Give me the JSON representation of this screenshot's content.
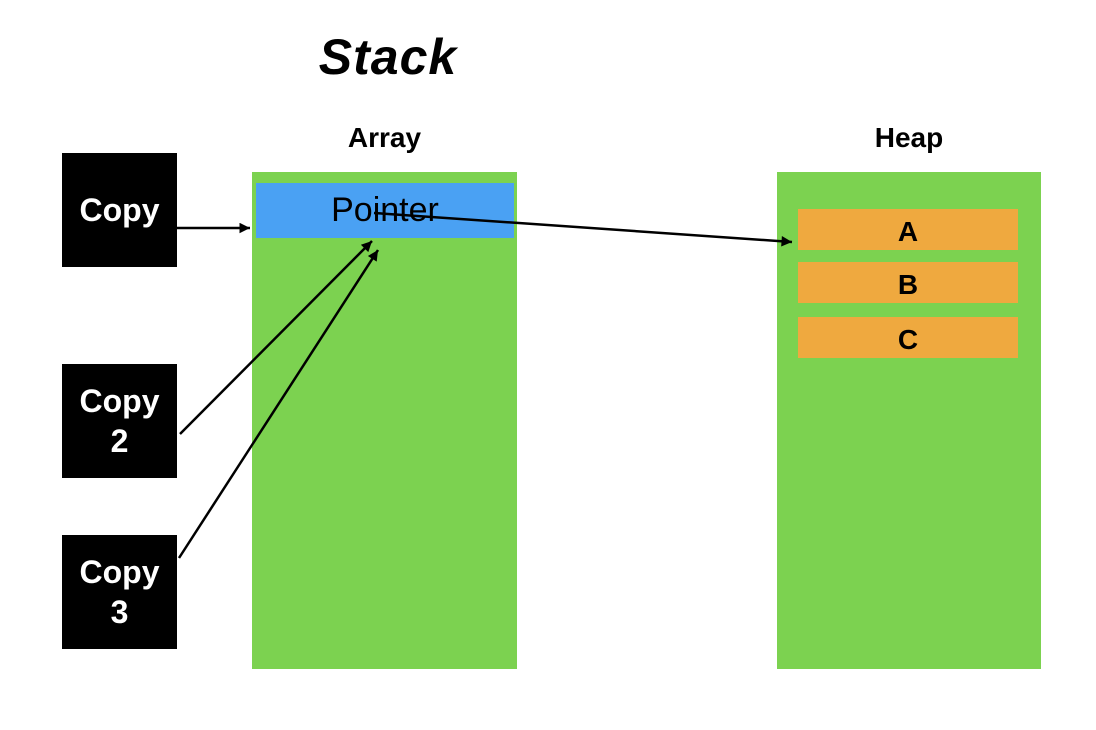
{
  "title": "Stack",
  "array_section": {
    "label": "Array",
    "pointer_label": "Pointer"
  },
  "heap_section": {
    "label": "Heap",
    "cells": [
      {
        "label": "A"
      },
      {
        "label": "B"
      },
      {
        "label": "C"
      }
    ]
  },
  "copy_boxes": [
    {
      "line1": "Copy",
      "line2": ""
    },
    {
      "line1": "Copy",
      "line2": "2"
    },
    {
      "line1": "Copy",
      "line2": "3"
    }
  ],
  "connections": [
    {
      "from": "copy-1",
      "to": "pointer-box"
    },
    {
      "from": "copy-2",
      "to": "pointer-box"
    },
    {
      "from": "copy-3",
      "to": "pointer-box"
    },
    {
      "from": "pointer-box",
      "to": "heap-cell-a"
    }
  ],
  "colors": {
    "panel_green": "#7CD250",
    "pointer_blue": "#4AA1F3",
    "cell_orange": "#EFA93F",
    "copy_black": "#000000",
    "copy_text_white": "#FFFFFF",
    "arrow_black": "#000000",
    "background": "#FFFFFF"
  }
}
